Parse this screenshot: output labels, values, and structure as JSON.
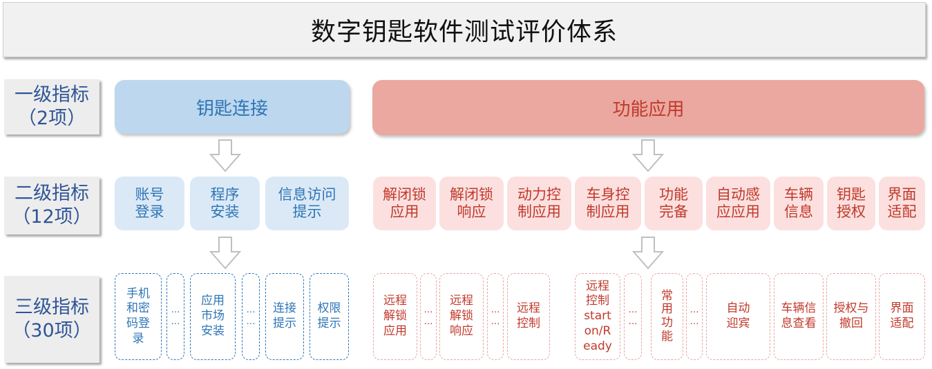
{
  "title": "数字钥匙软件测试评价体系",
  "levels": [
    {
      "line1": "一级指标",
      "line2": "（2项）"
    },
    {
      "line1": "二级指标",
      "line2": "（12项）"
    },
    {
      "line1": "三级指标",
      "line2": "（30项）"
    }
  ],
  "level1": {
    "key_connect": "钥匙连接",
    "func_app": "功能应用"
  },
  "level2": {
    "blue": [
      "账号\n登录",
      "程序\n安装",
      "信息访问\n提示"
    ],
    "red": [
      "解闭锁\n应用",
      "解闭锁\n响应",
      "动力控\n制应用",
      "车身控\n制应用",
      "功能\n完备",
      "自动感\n应应用",
      "车辆\n信息",
      "钥匙\n授权",
      "界面\n适配"
    ]
  },
  "level3": {
    "blue": [
      "手机和密码登录",
      "…\n…",
      "应用\n市场\n安装",
      "…\n…",
      "连接\n提示",
      "权限\n提示"
    ],
    "red": [
      "远程\n解锁\n应用",
      "…\n…",
      "远程\n解锁\n响应",
      "…\n…",
      "远程\n控制",
      "远程\n控制\nstart\non/R\neady",
      "…\n…",
      "常\n用\n功\n能",
      "…\n…",
      "自动\n迎宾",
      "车辆信\n息查看",
      "授权与\n撤回",
      "界面\n适配"
    ]
  },
  "colors": {
    "blue_text": "#2e75b6",
    "red_text": "#c0392b",
    "blue_fill": "#bdd7ee",
    "red_fill": "#eaa8a0"
  }
}
